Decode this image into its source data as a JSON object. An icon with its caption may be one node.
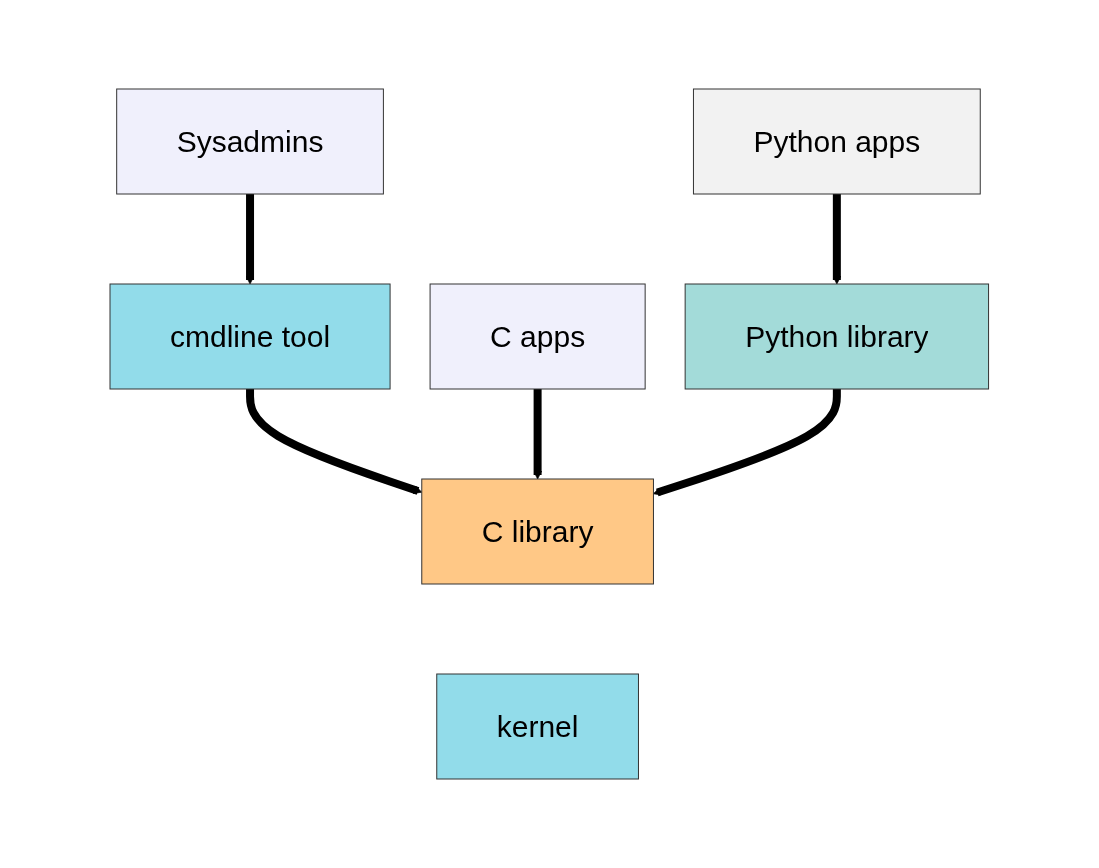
{
  "diagram": {
    "nodes": [
      {
        "text": [
          "Sysadmins"
        ]
      },
      {
        "text": [
          "Python apps"
        ]
      },
      {
        "text": [
          "cmdline tool"
        ]
      },
      {
        "text": [
          "C apps"
        ]
      },
      {
        "text": [
          "Python library"
        ]
      },
      {
        "text": [
          "C library"
        ]
      },
      {
        "text": [
          "kernel"
        ]
      }
    ],
    "edges": [
      {
        "from": 0,
        "to": 2,
        "arrow": "to"
      },
      {
        "from": 1,
        "to": 4,
        "arrow": "to"
      },
      {
        "from": 2,
        "to": 5,
        "arrow": "to"
      },
      {
        "from": 3,
        "to": 5,
        "arrow": "to"
      },
      {
        "from": 4,
        "to": 5,
        "arrow": "to"
      }
    ]
  }
}
